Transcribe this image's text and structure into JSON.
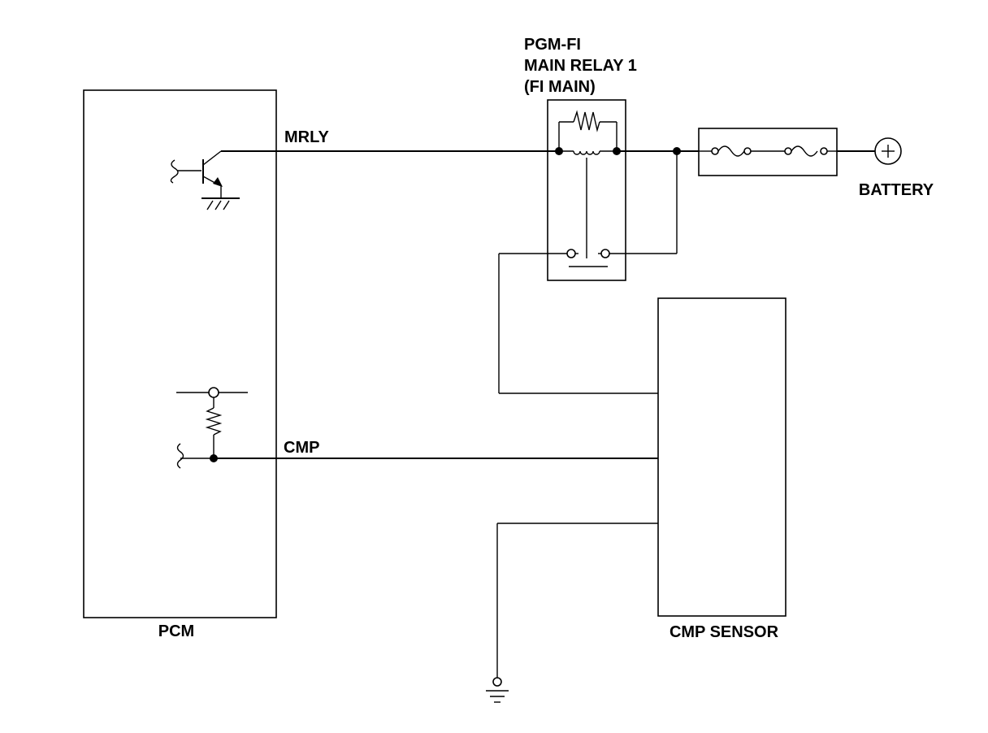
{
  "components": {
    "pcm": "PCM",
    "cmp_sensor": "CMP SENSOR",
    "relay": [
      "PGM-FI",
      "MAIN RELAY 1",
      "(FI MAIN)"
    ],
    "battery": "BATTERY"
  },
  "wires": {
    "mrly": "MRLY",
    "cmp": "CMP"
  }
}
